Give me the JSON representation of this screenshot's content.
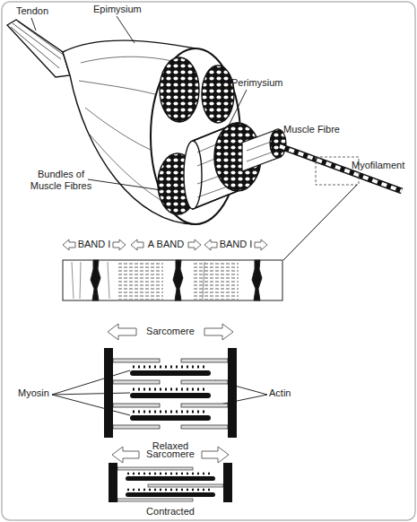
{
  "diagram": {
    "labels": [
      "Tendon",
      "Epimysium",
      "Perimysium",
      "Muscle Fibre",
      "Myofilament",
      "Bundles of Muscle Fibres",
      "BAND I",
      "A BAND",
      "BAND I",
      "Sarcomere",
      "Myosin",
      "Actin",
      "Relaxed",
      "Sarcomere",
      "Contracted"
    ]
  }
}
